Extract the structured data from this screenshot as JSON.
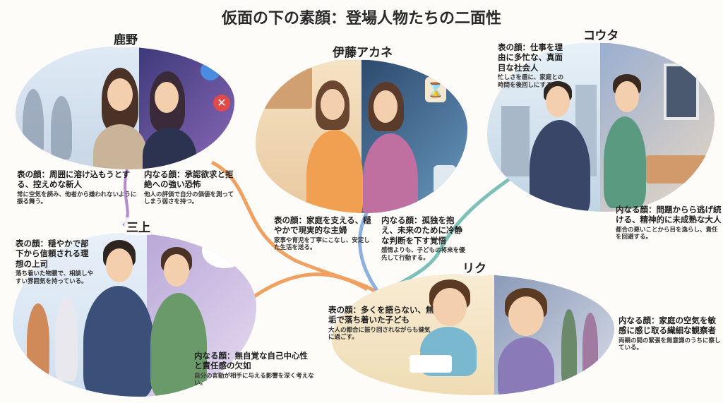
{
  "title": "仮面の下の素顔：登場人物たちの二面性",
  "characters": {
    "kano": {
      "name": "鹿野",
      "outer_head": "表の顔：周囲に溶け込もうとする、控えめな新人",
      "outer_sub": "常に空気を読み、他者から嫌われないように振る舞う。",
      "inner_head": "内なる顔：承認欲求と拒絶への強い恐怖",
      "inner_sub": "他人の評価で自分の価値を測ってしまう弱さを持つ。"
    },
    "mikami": {
      "name": "三上",
      "outer_head": "表の顔：穏やかで部下から信頼される理想の上司",
      "outer_sub": "落ち着いた物腰で、相談しやすい雰囲気を持っている。",
      "inner_head": "内なる顔：無自覚な自己中心性と責任感の欠如",
      "inner_sub": "自分の言動が相手に与える影響を深く考えない。"
    },
    "akane": {
      "name": "伊藤アカネ",
      "outer_head": "表の顔：家庭を支える、穏やかで現実的な主婦",
      "outer_sub": "家事や育児を丁寧にこなし、安定した生活を送る。",
      "inner_head": "内なる顔：孤独を抱え、未来のために冷静な判断を下す覚悟",
      "inner_sub": "感情よりも、子どもの将来を優先して行動する。"
    },
    "kouta": {
      "name": "コウタ",
      "outer_head": "表の顔：仕事を理由に多忙な、真面目な社会人",
      "outer_sub": "忙しさを盾に、家庭との時間を後回しにする。",
      "inner_head": "内なる顔：問題からら逃げ続ける、精神的に未成熟な大人",
      "inner_sub": "都合の悪いことから目を逸らし、責任を回避する。"
    },
    "riku": {
      "name": "リク",
      "outer_head": "表の顔：多くを語らない、無垢で落ち着いた子ども",
      "outer_sub": "大人の都合に振り回されながらも健気に過ごす。",
      "inner_head": "内なる顔：家庭の空気を敏感に感じ取る繊細な観察者",
      "inner_sub": "両親の間の緊張を無意識のうちに察している。"
    }
  },
  "colors": {
    "connector_orange": "#f0a060",
    "connector_purple": "#b48ad0",
    "connector_teal": "#7cc0b8",
    "connector_blue": "#8cb0e0"
  }
}
